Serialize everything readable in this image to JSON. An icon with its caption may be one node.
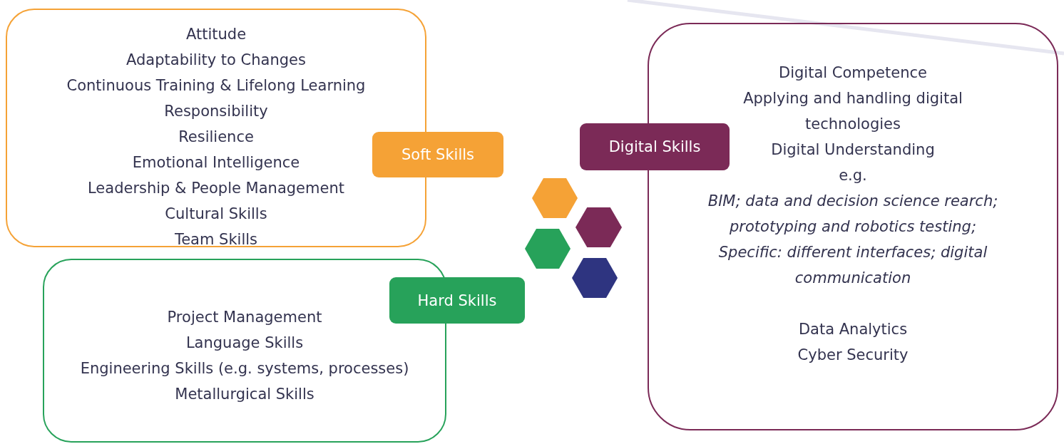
{
  "diagram": {
    "nodes": [
      {
        "text": [
          "Attitude",
          "Adaptability to Changes",
          "Continuous Training & Lifelong Learning",
          "Responsibility",
          "Resilience",
          "Emotional Intelligence",
          "Leadership & People Management",
          "Cultural Skills",
          "Team Skills"
        ]
      },
      {
        "text": [
          "Soft Skills"
        ]
      },
      {
        "text": [
          "Digital Competence",
          "Applying and handling digital technologies",
          "Digital Understanding",
          "e.g.",
          "BIM; data and decision science rearch; prototyping and robotics testing; Specific: different interfaces; digital communication",
          "Data Analytics",
          "Cyber Security"
        ]
      },
      {
        "text": [
          "Digital Skills"
        ]
      },
      {
        "text": [],
        "shape": "hexagon"
      },
      {
        "text": [],
        "shape": "hexagon"
      },
      {
        "text": [],
        "shape": "hexagon"
      },
      {
        "text": [],
        "shape": "hexagon"
      },
      {
        "text": [
          "Project Management",
          "Language Skills",
          "Engineering Skills (e.g. systems, processes)",
          "Metallurgical Skills"
        ]
      },
      {
        "text": [
          "Hard Skills"
        ]
      }
    ],
    "edges": []
  }
}
